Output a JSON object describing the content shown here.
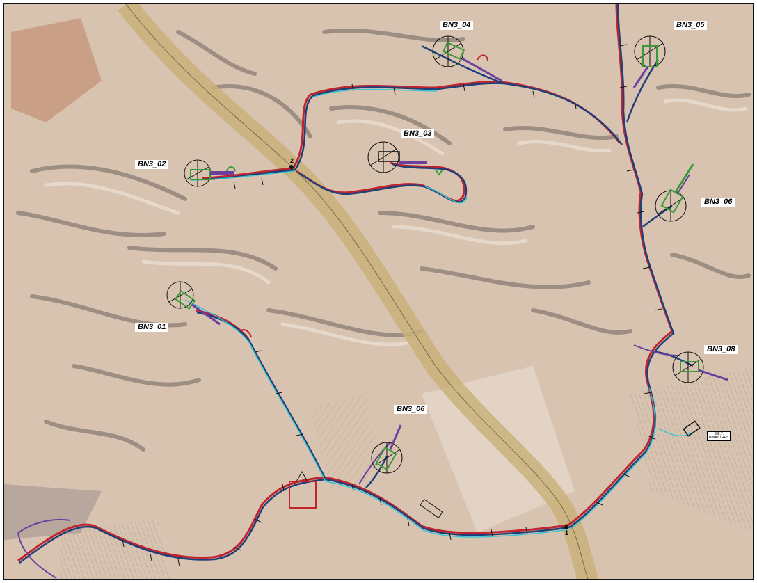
{
  "map": {
    "turbines": [
      {
        "id": "t01",
        "label": "BN3_01"
      },
      {
        "id": "t02",
        "label": "BN3_02"
      },
      {
        "id": "t03",
        "label": "BN3_03"
      },
      {
        "id": "t04",
        "label": "BN3_04"
      },
      {
        "id": "t05",
        "label": "BN3_05"
      },
      {
        "id": "t06",
        "label": "BN3_06"
      },
      {
        "id": "t07",
        "label": "BN3_06"
      },
      {
        "id": "t08",
        "label": "BN3_08"
      }
    ],
    "road_markers": [
      "2",
      "1"
    ],
    "substation": {
      "line1": "S.E.T.",
      "line2": "BINASTRES"
    },
    "colors": {
      "terrain": "#d8c3b0",
      "highway": "#c9b27a",
      "road_main": "#1f3f7a",
      "road_alt": "#c0242c",
      "cable": "#2ec6d4",
      "platform_green": "#3a9a3a",
      "purple": "#6b3fa0"
    }
  }
}
